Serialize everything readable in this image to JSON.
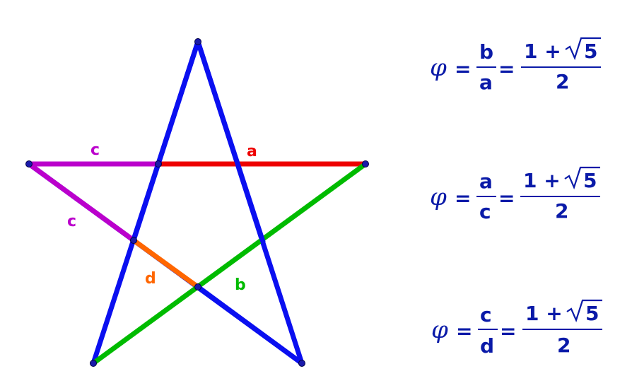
{
  "labels": {
    "a": "a",
    "b": "b",
    "c_top": "c",
    "c_left": "c",
    "d": "d"
  },
  "colors": {
    "star": "#0a0ff0",
    "a": "#ee0000",
    "b": "#00bb00",
    "c": "#bb00cc",
    "d": "#ff6600",
    "formula": "#0a1aa8",
    "point": "#1a1aaa"
  },
  "formulas": [
    {
      "lhs": "φ",
      "num": "b",
      "den": "a",
      "rhs_num_left": "1 +",
      "rhs_num_sqrt": "5",
      "rhs_den": "2"
    },
    {
      "lhs": "φ",
      "num": "a",
      "den": "c",
      "rhs_num_left": "1 +",
      "rhs_num_sqrt": "5",
      "rhs_den": "2"
    },
    {
      "lhs": "φ",
      "num": "c",
      "den": "d",
      "rhs_num_left": "1 +",
      "rhs_num_sqrt": "5",
      "rhs_den": "2"
    }
  ]
}
